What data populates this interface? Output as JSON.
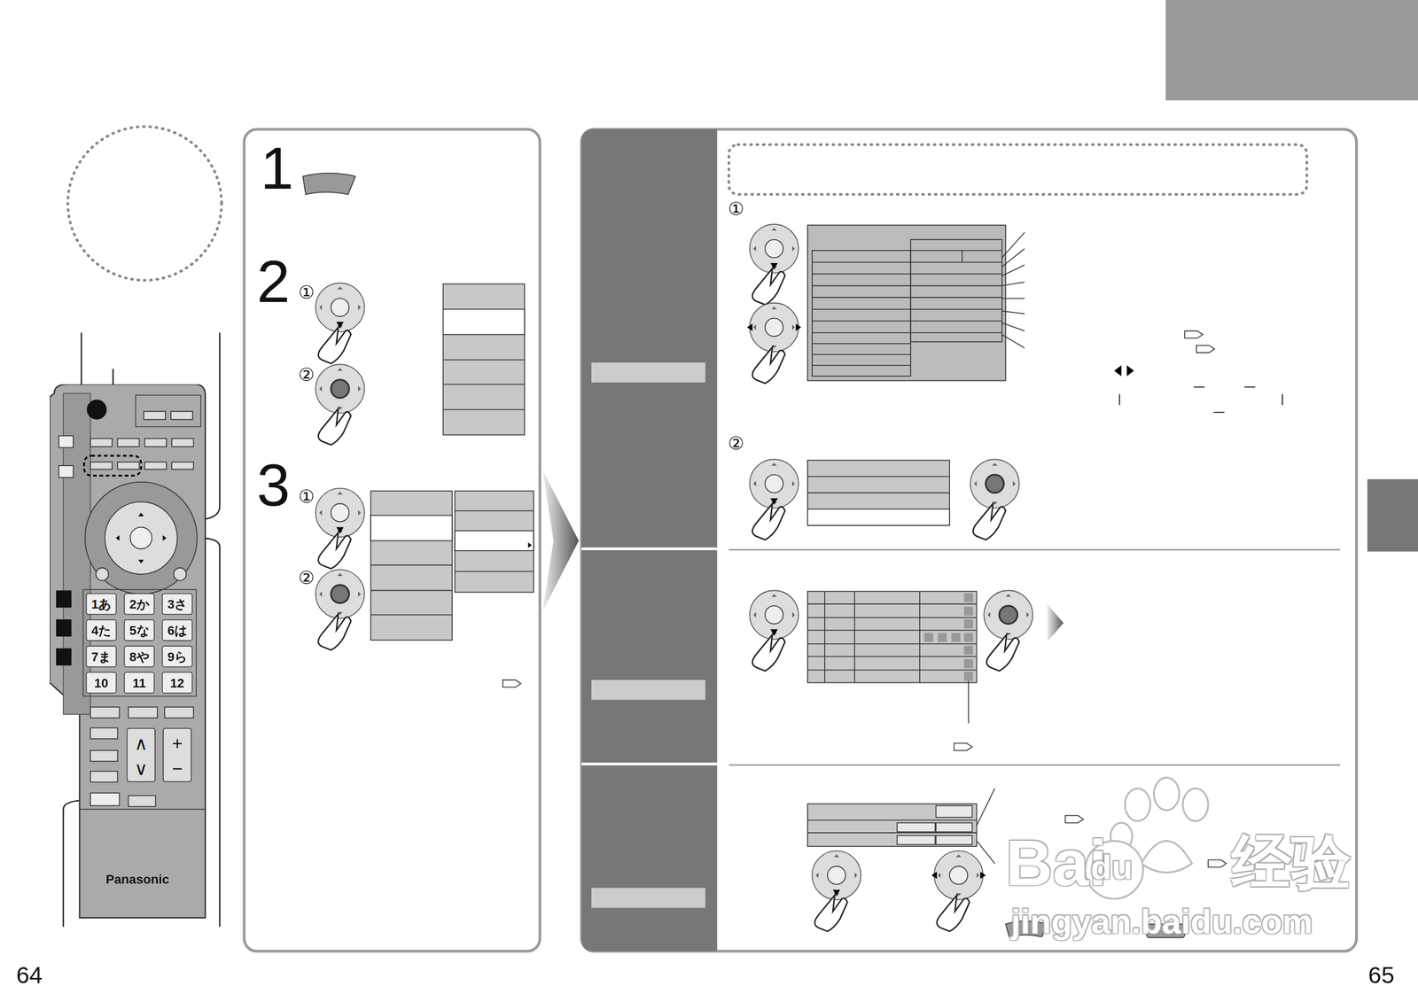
{
  "diagram": {
    "nodes": [
      {
        "text": [
          "Panasonic"
        ]
      },
      {
        "text": [
          "1あ"
        ],
        "in": 0
      },
      {
        "text": [
          "2か"
        ],
        "in": 0
      },
      {
        "text": [
          "3さ"
        ],
        "in": 0
      },
      {
        "text": [
          "4た"
        ],
        "in": 0
      },
      {
        "text": [
          "5な"
        ],
        "in": 0
      },
      {
        "text": [
          "6は"
        ],
        "in": 0
      },
      {
        "text": [
          "7ま"
        ],
        "in": 0
      },
      {
        "text": [
          "8や"
        ],
        "in": 0
      },
      {
        "text": [
          "9ら"
        ],
        "in": 0
      },
      {
        "text": [
          "10"
        ],
        "in": 0
      },
      {
        "text": [
          "11"
        ],
        "in": 0
      },
      {
        "text": [
          "12"
        ],
        "in": 0
      },
      {
        "text": [
          "∧",
          "∨"
        ],
        "in": 0
      },
      {
        "text": [
          "+",
          "−"
        ],
        "in": 0
      },
      {
        "text": [
          "1",
          "2",
          "3"
        ]
      }
    ],
    "labels": [
      "64",
      "65",
      "①",
      "②",
      "①",
      "②",
      "①",
      "②",
      "Bai",
      "du",
      "经验",
      "jingyan.baidu.com"
    ]
  }
}
